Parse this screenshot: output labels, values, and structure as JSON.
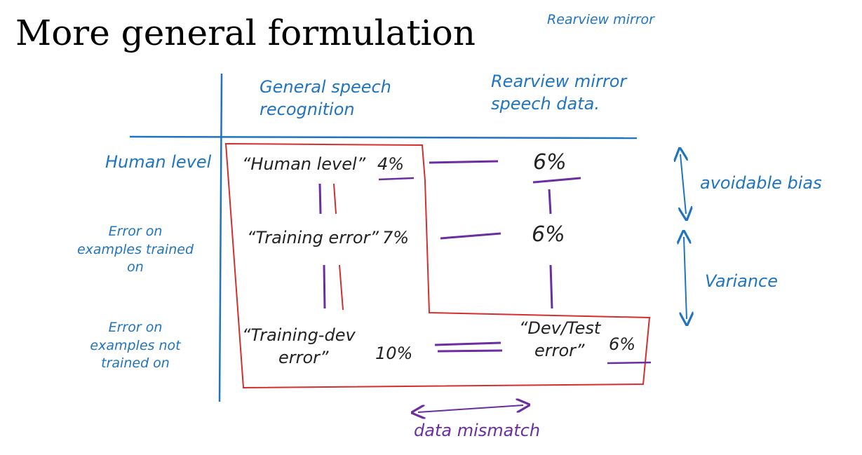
{
  "title": "More general formulation",
  "note_top_right": "Rearview mirror",
  "columns": {
    "general": {
      "line1": "General speech",
      "line2": "recognition"
    },
    "rearview": {
      "line1": "Rearview mirror",
      "line2": "speech data."
    }
  },
  "rows": [
    {
      "line1": "Human level",
      "line2": "",
      "line3": ""
    },
    {
      "line1": "Error on",
      "line2": "examples trained",
      "line3": "on"
    },
    {
      "line1": "Error on",
      "line2": "examples not",
      "line3": "trained on"
    }
  ],
  "cells": {
    "human_level_label": "“Human level”",
    "human_level_value": "4%",
    "training_error_label": "“Training error”",
    "training_error_value": "7%",
    "training_dev_line1": "“Training-dev",
    "training_dev_line2": "error”",
    "training_dev_value": "10%",
    "rear_human": "6%",
    "rear_training": "6%",
    "dev_test_line1": "“Dev/Test",
    "dev_test_line2": "error”",
    "dev_test_value": "6%"
  },
  "annotations": {
    "avoidable_bias": "avoidable bias",
    "variance": "Variance",
    "data_mismatch": "data mismatch"
  },
  "colors": {
    "grid": "#1f74c1",
    "box": "#d32f2f",
    "marks": "#6b2ea2",
    "text": "#222222"
  }
}
